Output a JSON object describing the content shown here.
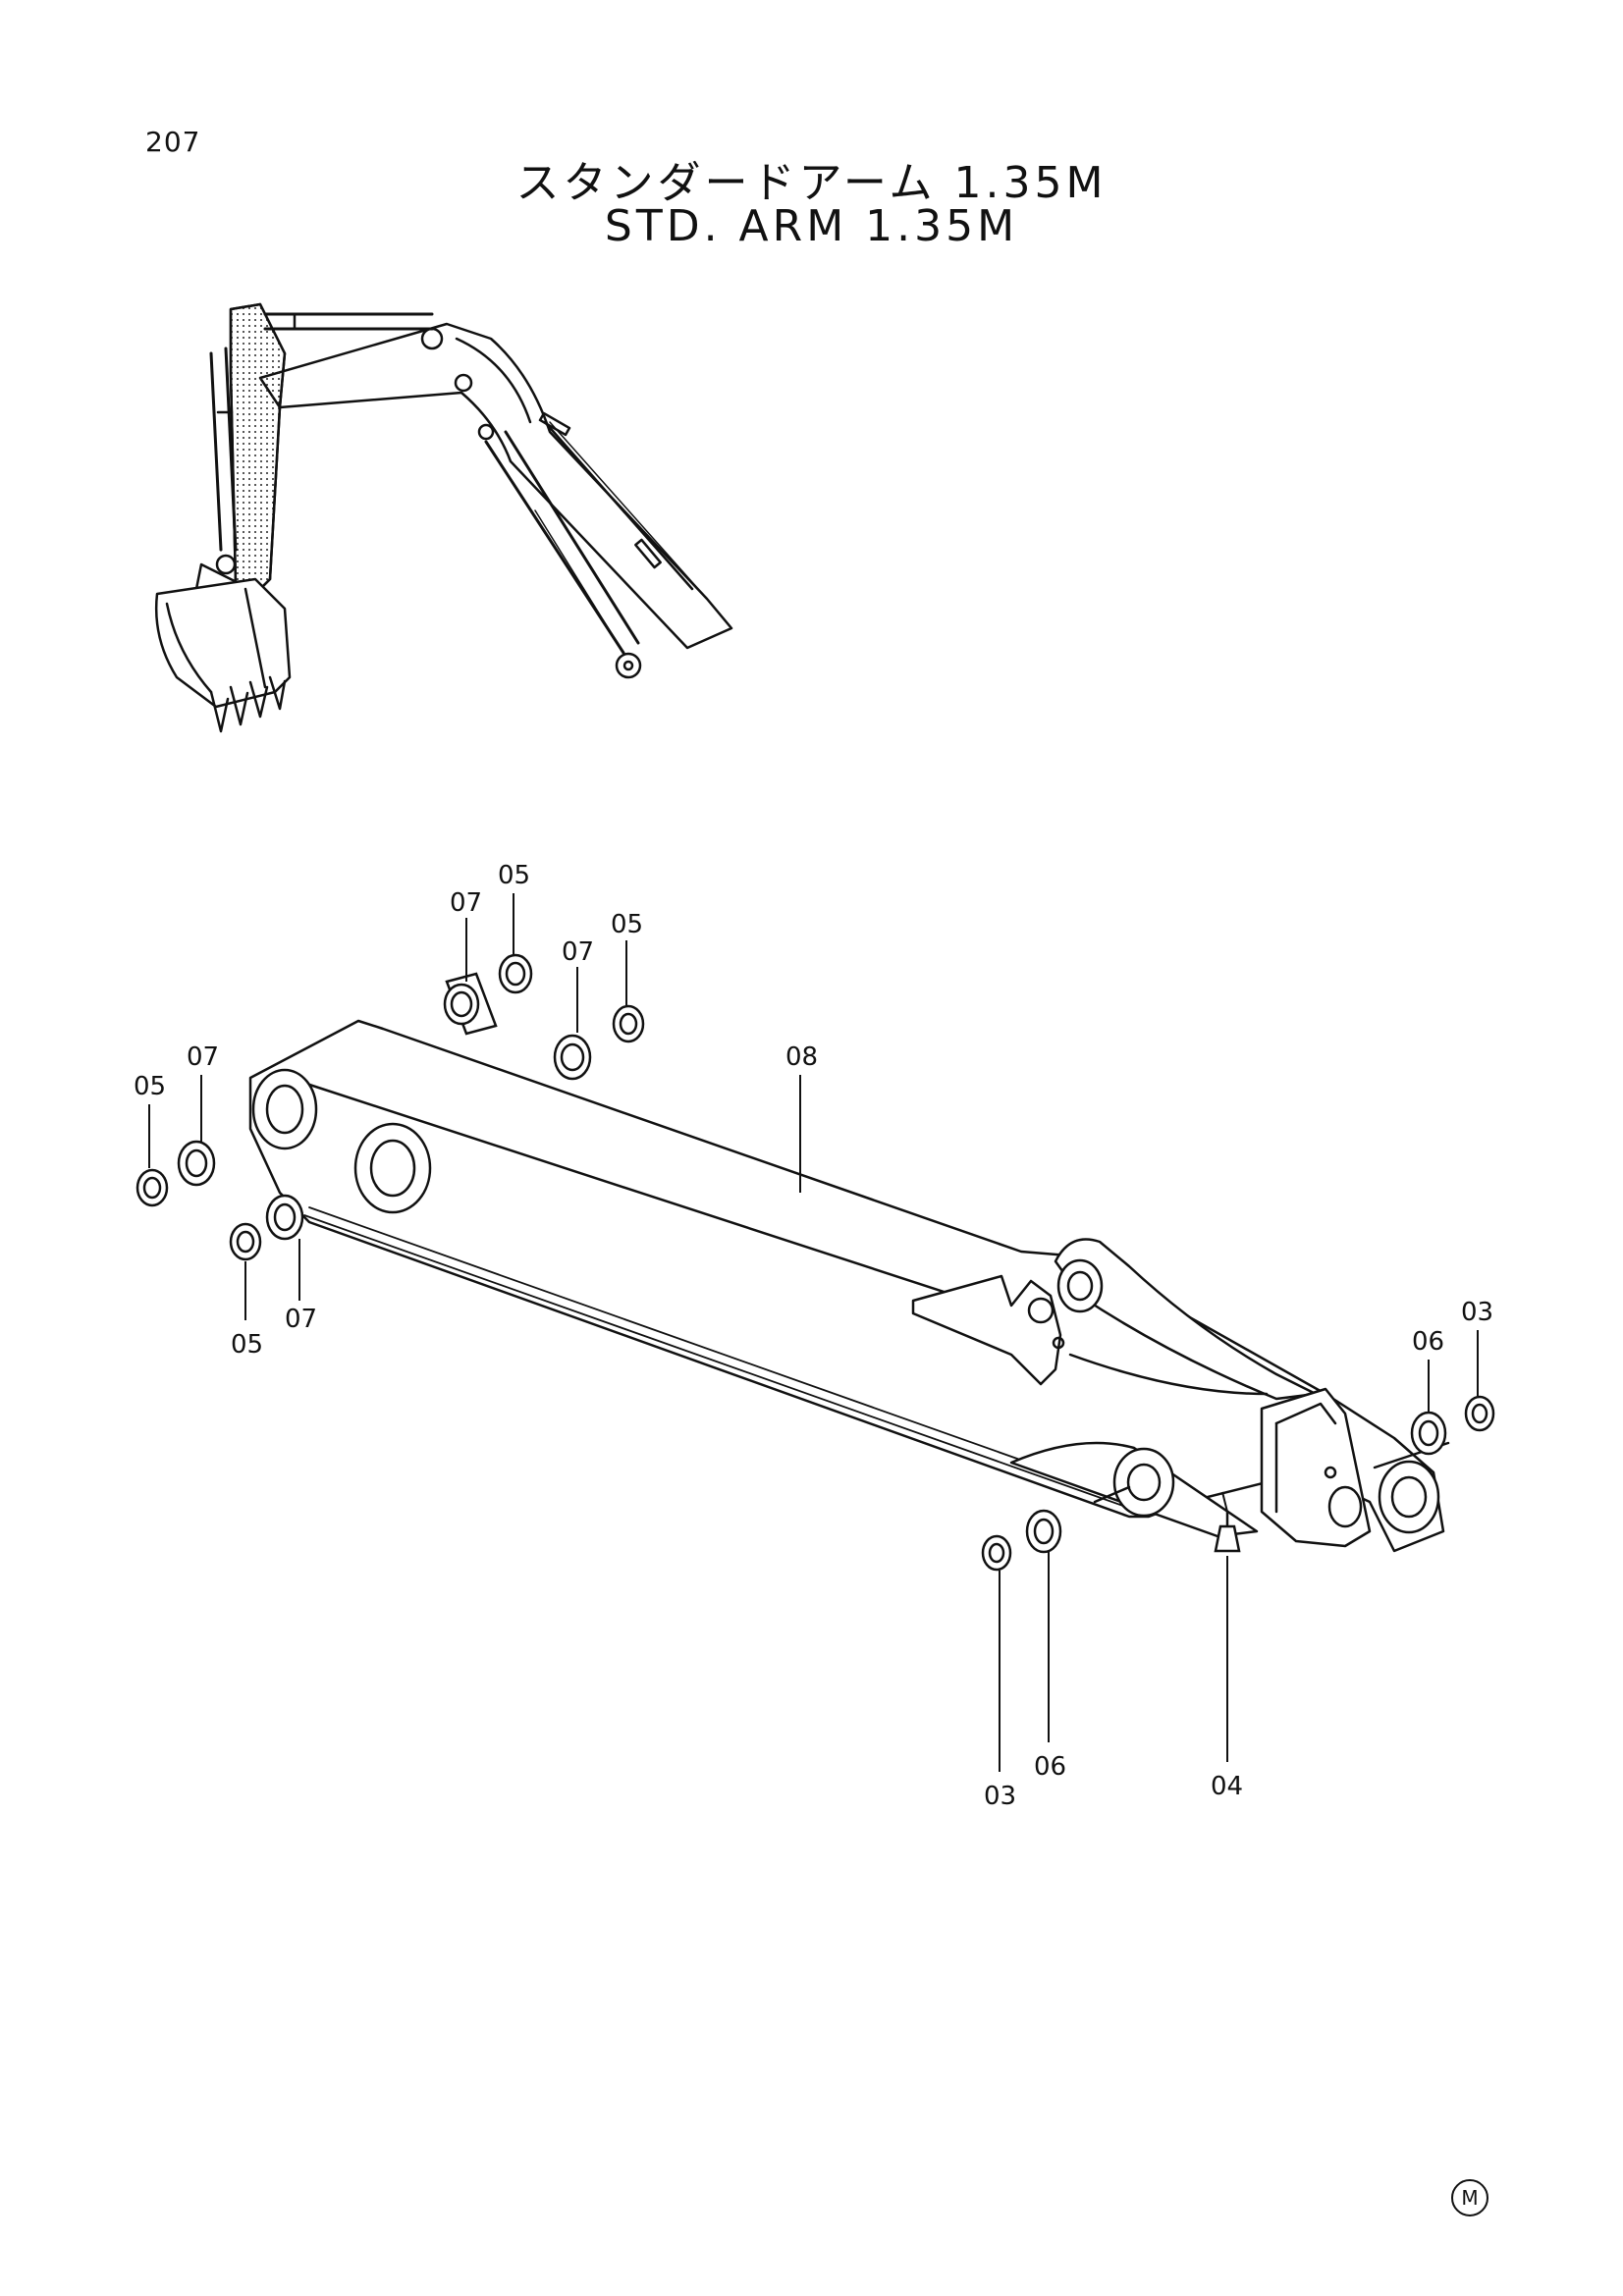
{
  "header": {
    "page_number": "207",
    "title_jp": "スタンダードアーム 1.35M",
    "title_en": "STD.  ARM  1.35M"
  },
  "callouts": {
    "c1": "05",
    "c2": "07",
    "c3": "07",
    "c4": "05",
    "c5": "05",
    "c6": "07",
    "c7": "08",
    "c8": "05",
    "c9": "07",
    "c10": "06",
    "c11": "03",
    "c12": "03",
    "c13": "06",
    "c14": "04"
  },
  "footer": {
    "mark": "M"
  },
  "colors": {
    "line": "#111111",
    "paper": "#ffffff"
  }
}
